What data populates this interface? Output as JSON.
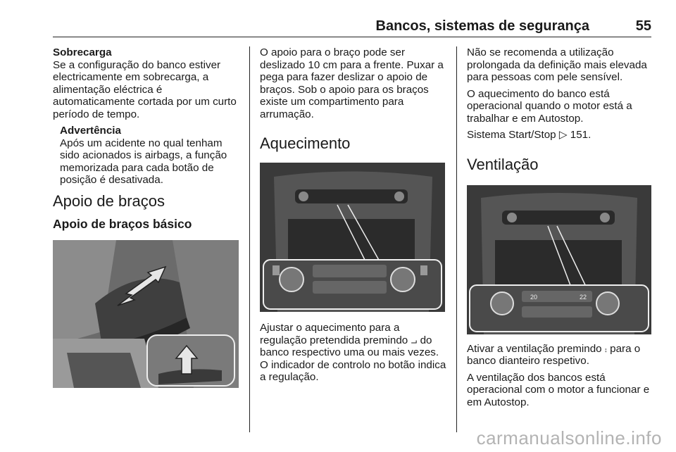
{
  "header": {
    "title": "Bancos, sistemas de segurança",
    "page_number": "55"
  },
  "col1": {
    "sobrecarga_title": "Sobrecarga",
    "sobrecarga_text": "Se a configuração do banco estiver electricamente em sobrecarga, a alimentação eléctrica é automaticamente cortada por um curto período de tempo.",
    "warning_title": "Advertência",
    "warning_text": "Após um acidente no qual tenham sido acionados is airbags, a função memorizada para cada botão de posição é desativada.",
    "heading": "Apoio de braços",
    "subheading": "Apoio de braços básico"
  },
  "col2": {
    "text1": "O apoio para o braço pode ser deslizado 10 cm para a frente. Puxar a pega para fazer deslizar o apoio de braços. Sob o apoio para os braços existe um compartimento para arrumação.",
    "heading": "Aquecimento",
    "text2_a": "Ajustar o aquecimento para a regulação pretendida premindo",
    "text2_icon": "seat-heating-icon",
    "text2_b": "do banco respectivo uma ou mais vezes. O indicador de controlo no botão indica a regulação."
  },
  "col3": {
    "text1": "Não se recomenda a utilização prolongada da definição mais elevada para pessoas com pele sensível.",
    "text2": "O aquecimento do banco está operacional quando o motor está a trabalhar e em Autostop.",
    "text3_a": "Sistema Start/Stop",
    "text3_ref": "151.",
    "heading": "Ventilação",
    "text4_a": "Ativar a ventilação premindo",
    "text4_icon": "seat-ventilation-icon",
    "text4_b": "para o banco dianteiro respetivo.",
    "text5": "A ventilação dos bancos está operacional com o motor a funcionar e em Autostop.",
    "vent_display_left": "20",
    "vent_display_right": "22"
  },
  "footer": {
    "watermark": "carmanualsonline.info"
  }
}
